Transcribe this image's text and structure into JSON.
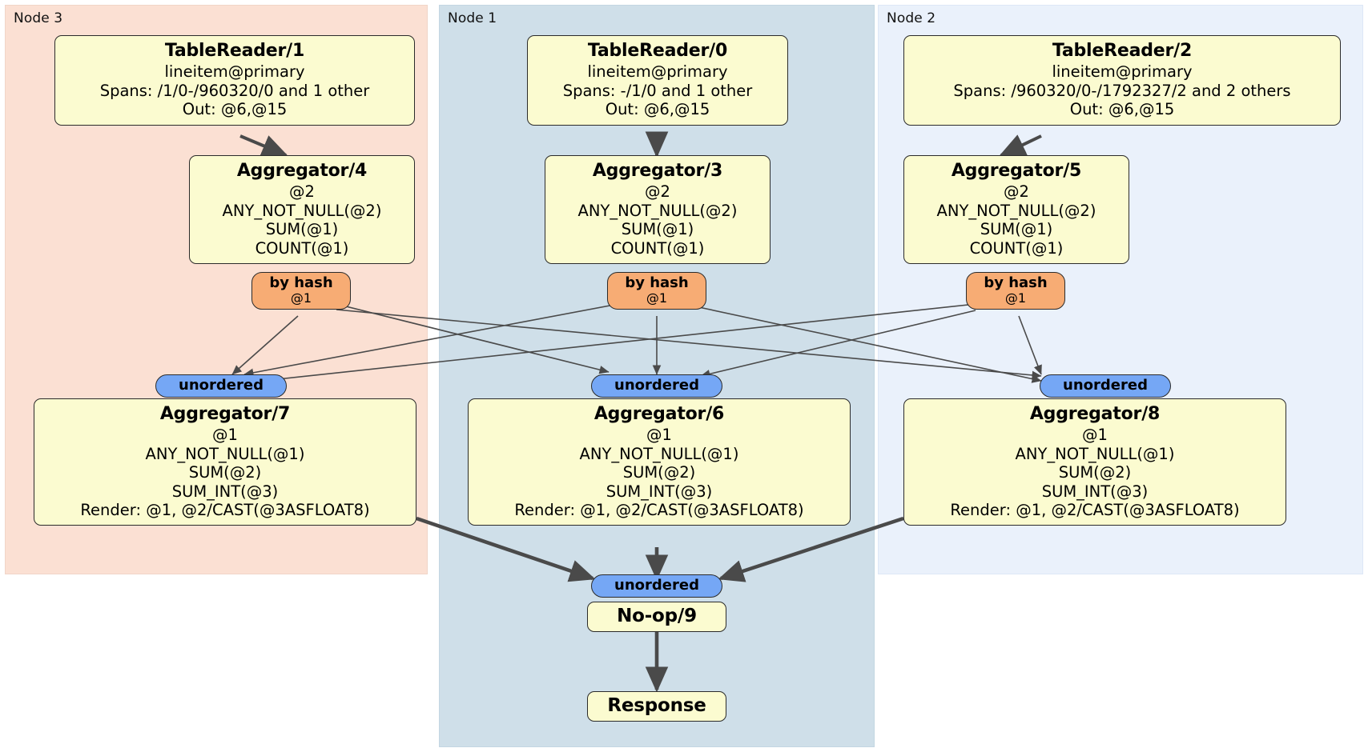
{
  "diagram": {
    "type": "distributed-query-plan",
    "colors": {
      "node3_region": "#fbe0d3",
      "node1_region": "#cfdfe9",
      "node2_region": "#eaf1fb",
      "processor_box": "#fbfbd0",
      "hash_router": "#f7ac74",
      "unordered_router": "#75a7f5",
      "edge": "#4a4a4a",
      "border": "#2b2b2b"
    }
  },
  "regions": [
    {
      "id": "node3",
      "label": "Node 3"
    },
    {
      "id": "node1",
      "label": "Node 1"
    },
    {
      "id": "node2",
      "label": "Node 2"
    }
  ],
  "processors": {
    "table_reader_1": {
      "title": "TableReader/1",
      "lines": [
        "lineitem@primary",
        "Spans: /1/0-/960320/0 and 1 other",
        "Out: @6,@15"
      ]
    },
    "table_reader_0": {
      "title": "TableReader/0",
      "lines": [
        "lineitem@primary",
        "Spans: -/1/0 and 1 other",
        "Out: @6,@15"
      ]
    },
    "table_reader_2": {
      "title": "TableReader/2",
      "lines": [
        "lineitem@primary",
        "Spans: /960320/0-/1792327/2 and 2 others",
        "Out: @6,@15"
      ]
    },
    "aggregator_4": {
      "title": "Aggregator/4",
      "lines": [
        "@2",
        "ANY_NOT_NULL(@2)",
        "SUM(@1)",
        "COUNT(@1)"
      ]
    },
    "aggregator_3": {
      "title": "Aggregator/3",
      "lines": [
        "@2",
        "ANY_NOT_NULL(@2)",
        "SUM(@1)",
        "COUNT(@1)"
      ]
    },
    "aggregator_5": {
      "title": "Aggregator/5",
      "lines": [
        "@2",
        "ANY_NOT_NULL(@2)",
        "SUM(@1)",
        "COUNT(@1)"
      ]
    },
    "aggregator_7": {
      "title": "Aggregator/7",
      "lines": [
        "@1",
        "ANY_NOT_NULL(@1)",
        "SUM(@2)",
        "SUM_INT(@3)",
        "Render: @1, @2/CAST(@3ASFLOAT8)"
      ]
    },
    "aggregator_6": {
      "title": "Aggregator/6",
      "lines": [
        "@1",
        "ANY_NOT_NULL(@1)",
        "SUM(@2)",
        "SUM_INT(@3)",
        "Render: @1, @2/CAST(@3ASFLOAT8)"
      ]
    },
    "aggregator_8": {
      "title": "Aggregator/8",
      "lines": [
        "@1",
        "ANY_NOT_NULL(@1)",
        "SUM(@2)",
        "SUM_INT(@3)",
        "Render: @1, @2/CAST(@3ASFLOAT8)"
      ]
    },
    "noop_9": {
      "title": "No-op/9",
      "lines": []
    },
    "response": {
      "title": "Response",
      "lines": []
    }
  },
  "routers": {
    "hash_left": {
      "type": "by hash",
      "key": "@1"
    },
    "hash_center": {
      "type": "by hash",
      "key": "@1"
    },
    "hash_right": {
      "type": "by hash",
      "key": "@1"
    },
    "unordered_left": {
      "type": "unordered"
    },
    "unordered_center": {
      "type": "unordered"
    },
    "unordered_right": {
      "type": "unordered"
    },
    "unordered_final": {
      "type": "unordered"
    }
  }
}
